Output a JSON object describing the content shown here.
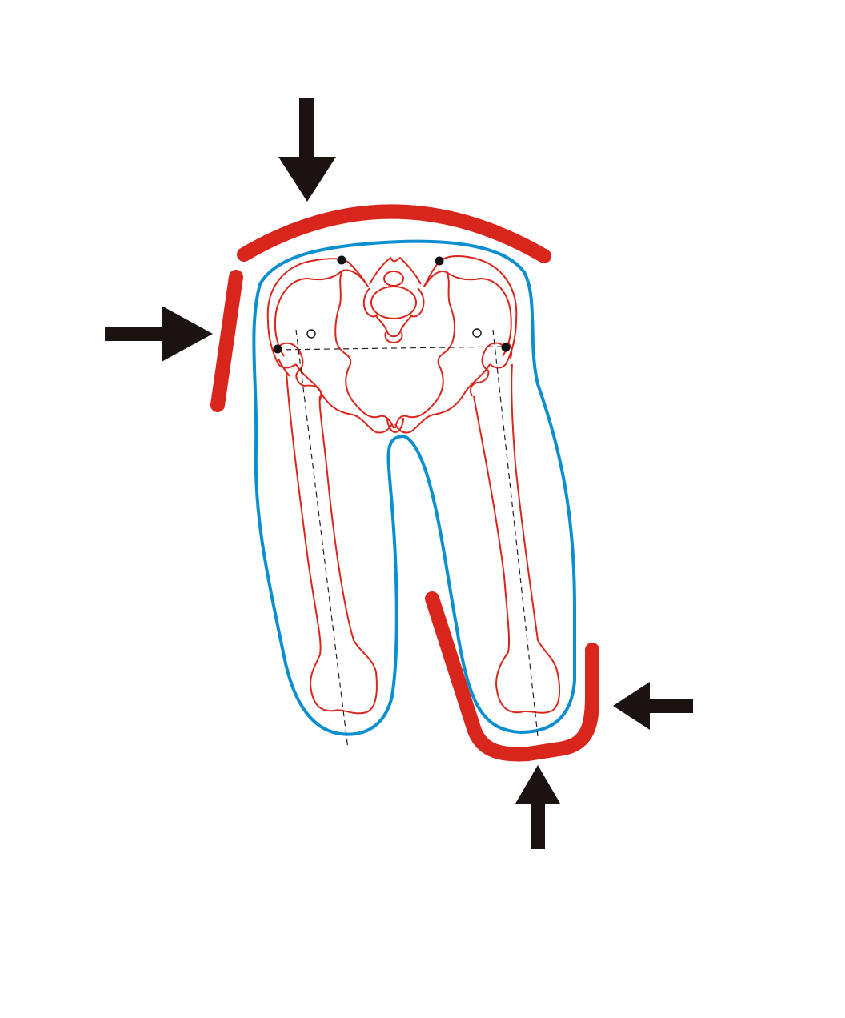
{
  "diagram": {
    "kind": "pelvis-femur-brace-schematic",
    "colors": {
      "bone_outline": "#d9261c",
      "body_outline": "#0b8fd0",
      "pressure_pad": "#d9261c",
      "force_arrow": "#1a1311",
      "axis_line": "#222222",
      "joint_dot": "#111111"
    },
    "elements": {
      "force_arrows": [
        "arrow-top",
        "arrow-left-hip",
        "arrow-right-knee-side",
        "arrow-right-knee-bottom"
      ],
      "pressure_pads": [
        "pad-top",
        "pad-left-hip",
        "pad-right-knee-cup"
      ],
      "bones": [
        "pelvis",
        "sacrum",
        "left-femur",
        "right-femur"
      ]
    }
  }
}
